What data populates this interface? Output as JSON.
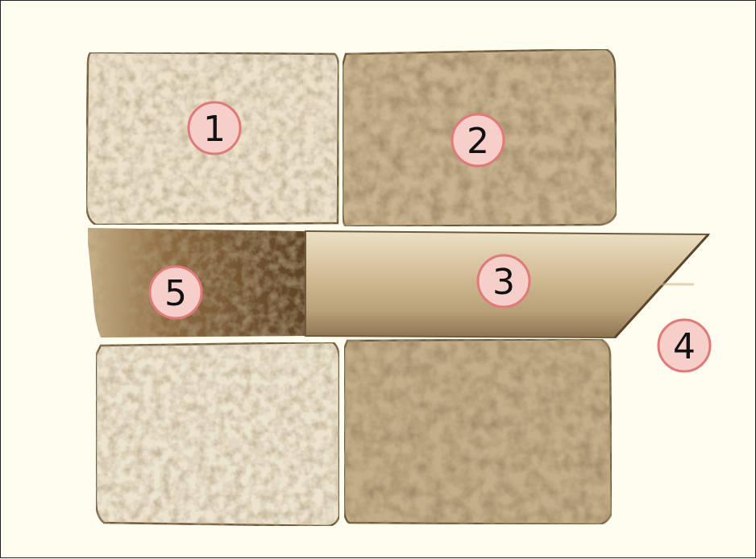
{
  "colors": {
    "background": "#fefdf0",
    "frame_border": "#222222",
    "light_stone": "#ece2cc",
    "dark_stone": "#c2ad88",
    "rod": "#d9c6a2",
    "dark_recess": "#7c5c36",
    "outline": "#6f5a3e",
    "badge_fill": "#f6cfcb",
    "badge_stroke": "#e07a78",
    "badge_text": "#111111"
  },
  "labels": [
    {
      "id": "1",
      "text": "1"
    },
    {
      "id": "2",
      "text": "2"
    },
    {
      "id": "3",
      "text": "3"
    },
    {
      "id": "4",
      "text": "4"
    },
    {
      "id": "5",
      "text": "5"
    }
  ]
}
